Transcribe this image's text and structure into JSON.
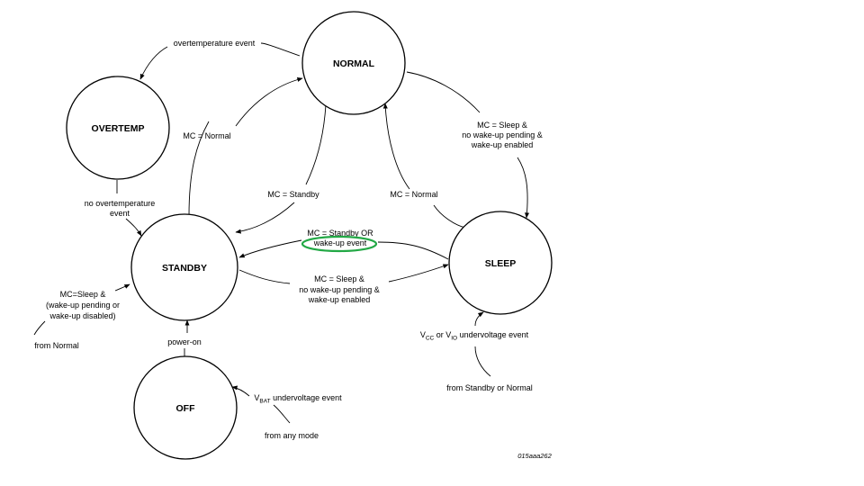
{
  "states": {
    "normal": "NORMAL",
    "overtemp": "OVERTEMP",
    "standby": "STANDBY",
    "sleep": "SLEEP",
    "off": "OFF"
  },
  "transitions": {
    "normal_to_overtemp": "overtemperature event",
    "overtemp_to_standby": [
      "no overtemperature",
      "event"
    ],
    "standby_to_normal": "MC = Normal",
    "normal_to_standby": "MC = Standby",
    "normal_to_sleep": [
      "MC = Sleep &",
      "no wake-up pending &",
      "wake-up enabled"
    ],
    "sleep_to_normal": "MC = Normal",
    "sleep_to_standby": [
      "MC = Standby OR",
      "wake-up event"
    ],
    "standby_to_sleep": [
      "MC = Sleep &",
      "no wake-up pending &",
      "wake-up enabled"
    ],
    "normal_entry_standby": [
      "MC=Sleep &",
      "(wake-up pending or",
      "wake-up disabled)"
    ],
    "normal_entry_from": "from Normal",
    "off_to_standby": "power-on",
    "any_to_off_prefix": "V",
    "any_to_off_sub": "BAT",
    "any_to_off_suffix": " undervoltage event",
    "any_to_off_from": "from any mode",
    "to_sleep_vcc": "V",
    "to_sleep_vcc_sub": "CC",
    "to_sleep_or": " or V",
    "to_sleep_vio_sub": "IO",
    "to_sleep_suffix": " undervoltage event",
    "to_sleep_from": "from Standby or Normal"
  },
  "figure_id": "015aaa262",
  "colors": {
    "highlight": "#22a845"
  }
}
